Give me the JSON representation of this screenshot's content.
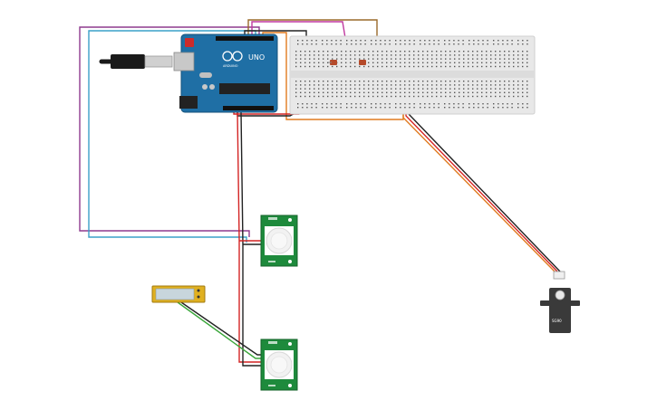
{
  "arduino": {
    "brand_text": "ARDUINO",
    "model_text": "UNO",
    "board_color": "#1f6fa5",
    "usb_cable_color": "#1a1a1a"
  },
  "breadboard": {
    "color": "#e8e8e8"
  },
  "wires": {
    "purple": "#8e3a8e",
    "cyan": "#3aa0c8",
    "orange": "#e07a1f",
    "red": "#d42424",
    "black": "#222222",
    "magenta": "#c0399f",
    "brown": "#9a6a2a",
    "green": "#3aa63a"
  },
  "components": {
    "pir_sensor_color": "#1e8a3c",
    "lcd_label": "",
    "servo_label": "SG90",
    "servo_color": "#3a3a3a"
  }
}
